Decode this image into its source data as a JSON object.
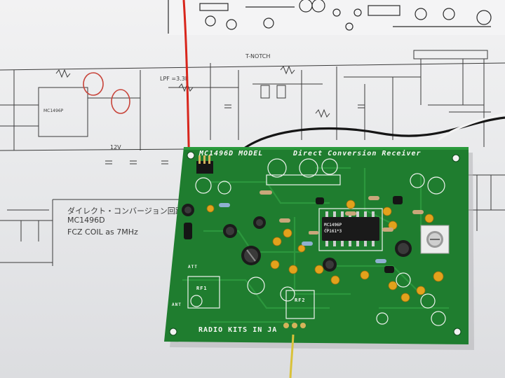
{
  "schematic": {
    "tnotch_label": "T-NOTCH",
    "lpf_label": "LPF =3.3k",
    "voltage_label": "12V",
    "ic_label": "MC1496P",
    "note_line1": "ダイレクト・コンバージョン回路",
    "note_line2": "MC1496D",
    "note_line3": "FCZ COIL as 7MHz"
  },
  "pcb": {
    "model_label": "MC1496D MODEL",
    "title_label": "Direct Conversion Receiver",
    "footer_label": "RADIO KITS IN JA",
    "chip_label_line1": "MC1496P",
    "chip_label_line2": "CP161*3",
    "rf1_label": "RF1",
    "rf2_label": "RF2",
    "ant_label": "ANT",
    "att_label": "ATT"
  },
  "colors": {
    "pcb_green": "#1f7d2f",
    "pcb_dark": "#145a22",
    "paper": "#ececee",
    "red_wire": "#d8261c",
    "yellow_wire": "#d9c23a"
  }
}
